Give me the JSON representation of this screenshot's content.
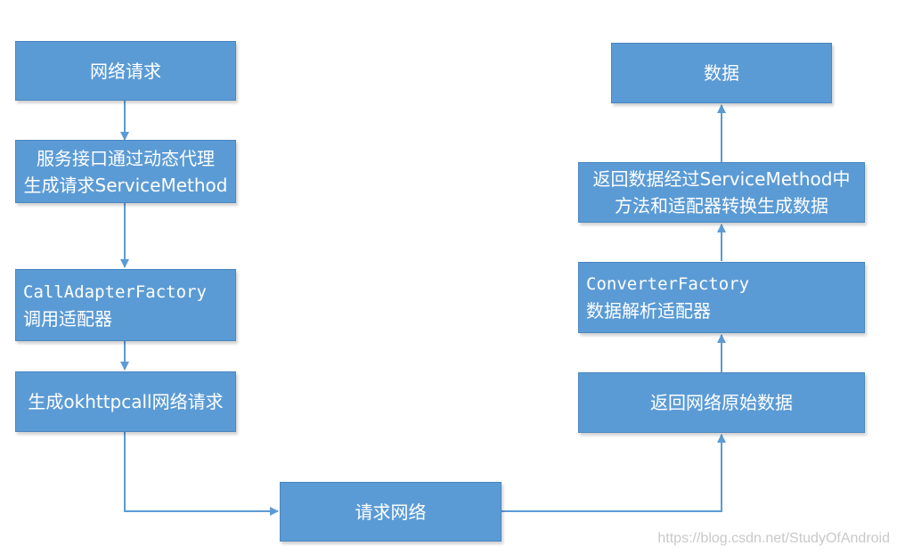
{
  "diagram": {
    "boxes": {
      "network_request": {
        "line1": "网络请求"
      },
      "dynamic_proxy": {
        "line1": "服务接口通过动态代理",
        "line2": "生成请求ServiceMethod"
      },
      "call_adapter": {
        "line1": "CallAdapterFactory",
        "line2": "调用适配器"
      },
      "okhttp_call": {
        "line1": "生成okhttpcall网络请求"
      },
      "request_network": {
        "line1": "请求网络"
      },
      "raw_data": {
        "line1": "返回网络原始数据"
      },
      "converter": {
        "line1": "ConverterFactory",
        "line2": "数据解析适配器"
      },
      "convert_data": {
        "line1": "返回数据经过ServiceMethod中",
        "line2": "方法和适配器转换生成数据"
      },
      "data": {
        "line1": "数据"
      }
    },
    "colors": {
      "box_fill": "#5b9bd5",
      "box_border": "#4a86bf",
      "arrow": "#5b9bd5",
      "text": "#ffffff"
    }
  },
  "watermark": "https://blog.csdn.net/StudyOfAndroid"
}
